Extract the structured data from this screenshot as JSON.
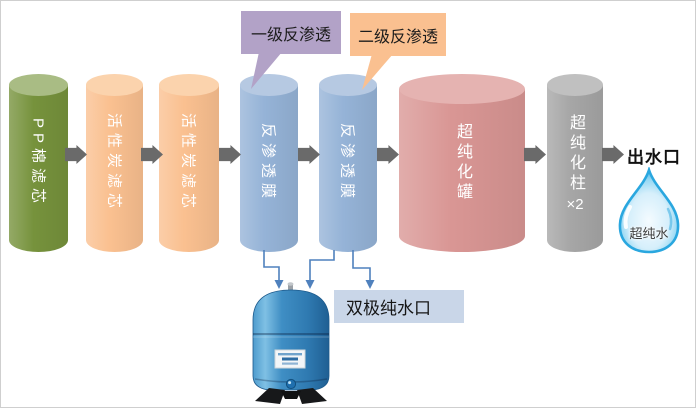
{
  "diagram": {
    "stages": [
      {
        "label": "PP棉滤芯",
        "color": "#76923C",
        "top_color": "#A9BC84"
      },
      {
        "label": "活性炭滤芯",
        "color": "#FAC090",
        "top_color": "#FBD3AD"
      },
      {
        "label": "活性炭滤芯",
        "color": "#FAC090",
        "top_color": "#FBD3AD"
      },
      {
        "label": "反渗透膜",
        "color": "#95B3D7",
        "top_color": "#B6C9E2"
      },
      {
        "label": "反渗透膜",
        "color": "#95B3D7",
        "top_color": "#B6C9E2"
      },
      {
        "label": "超纯化罐",
        "color": "#D99694",
        "top_color": "#E5B3B1"
      },
      {
        "label": "超纯化柱",
        "suffix": "×2",
        "color": "#A6A6A6",
        "top_color": "#C0C0C0"
      }
    ],
    "callouts": [
      {
        "label": "一级反渗透",
        "color": "#B2A2C7"
      },
      {
        "label": "二级反渗透",
        "color": "#FAC090"
      }
    ],
    "tank_label": "双极纯水口",
    "outlet_label": "出水口",
    "drop_label": "超纯水",
    "colors": {
      "connector": "#6A6A6A",
      "flow_line": "#4F81BD",
      "tank_label_bg": "#C9D6E8"
    }
  }
}
